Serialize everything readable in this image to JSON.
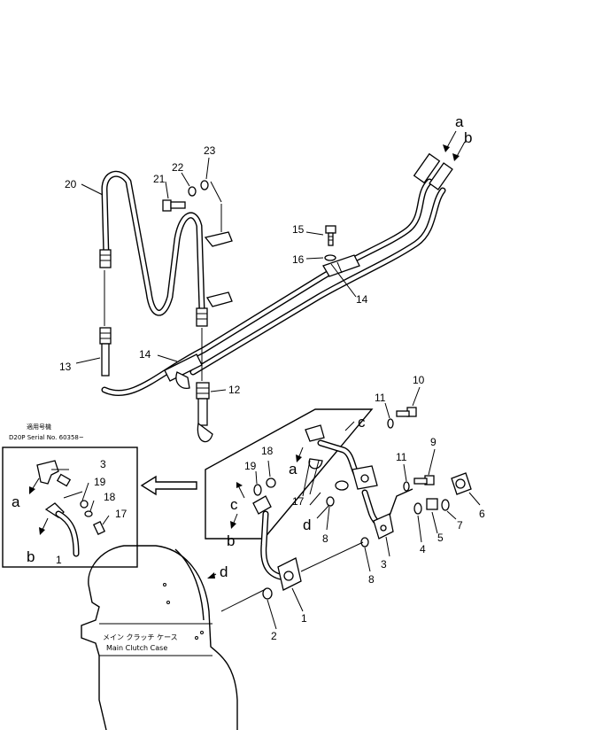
{
  "parts": {
    "p1": "1",
    "p1b": "1",
    "p2": "2",
    "p3": "3",
    "p3b": "3",
    "p4": "4",
    "p5": "5",
    "p6": "6",
    "p7": "7",
    "p8": "8",
    "p8b": "8",
    "p9": "9",
    "p10": "10",
    "p11": "11",
    "p11b": "11",
    "p12": "12",
    "p13": "13",
    "p14": "14",
    "p14b": "14",
    "p15": "15",
    "p16": "16",
    "p17": "17",
    "p17b": "17",
    "p17c": "17",
    "p18": "18",
    "p18b": "18",
    "p19": "19",
    "p19b": "19",
    "p20": "20",
    "p21": "21",
    "p22": "22",
    "p23": "23"
  },
  "connections": {
    "a_top": "a",
    "b_top": "b",
    "a_inset": "a",
    "b_inset": "b",
    "a_mid": "a",
    "b_mid": "b",
    "c_mid": "c",
    "c_box": "c",
    "d_mid": "d",
    "d_case": "d"
  },
  "inset": {
    "jp_heading": "適用号機",
    "serial_line": "D20P  Serial  No. 60358~"
  },
  "case_label": {
    "jp": "メイン クラッチ ケース",
    "en": "Main Clutch Case"
  }
}
